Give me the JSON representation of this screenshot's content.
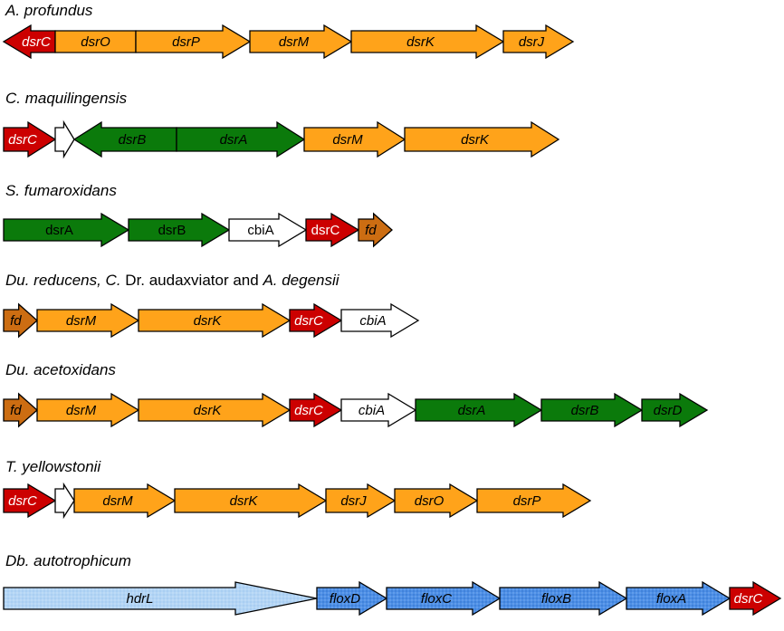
{
  "colors": {
    "red": "#cc0000",
    "orange": "#ffa31a",
    "green": "#0b7a0b",
    "white": "#ffffff",
    "brown": "#cc6d12",
    "blue": "#4d8fe6",
    "lightblue": "#b3d5f5"
  },
  "operons": [
    {
      "title": [
        {
          "text": "A. profundus",
          "italic": true
        }
      ],
      "genes": [
        {
          "label": "dsrC",
          "italic": true,
          "color": "red",
          "dir": "left",
          "label_color": "#ffffff"
        },
        {
          "label": "dsrO",
          "italic": true,
          "color": "orange",
          "dir": "none"
        },
        {
          "label": "dsrP",
          "italic": true,
          "color": "orange",
          "dir": "right"
        },
        {
          "label": "dsrM",
          "italic": true,
          "color": "orange",
          "dir": "right"
        },
        {
          "label": "dsrK",
          "italic": true,
          "color": "orange",
          "dir": "right"
        },
        {
          "label": "dsrJ",
          "italic": true,
          "color": "orange",
          "dir": "right"
        }
      ]
    },
    {
      "title": [
        {
          "text": "C. maquilingensis",
          "italic": true
        }
      ],
      "genes": [
        {
          "label": "dsrC",
          "italic": true,
          "color": "red",
          "dir": "right",
          "label_color": "#ffffff"
        },
        {
          "label": "",
          "italic": false,
          "color": "white",
          "dir": "right"
        },
        {
          "label": "dsrB",
          "italic": true,
          "color": "green",
          "dir": "left"
        },
        {
          "label": "dsrA",
          "italic": true,
          "color": "green",
          "dir": "right"
        },
        {
          "label": "dsrM",
          "italic": true,
          "color": "orange",
          "dir": "right"
        },
        {
          "label": "dsrK",
          "italic": true,
          "color": "orange",
          "dir": "right"
        }
      ]
    },
    {
      "title": [
        {
          "text": "S. fumaroxidans",
          "italic": true
        }
      ],
      "genes": [
        {
          "label": "dsrA",
          "italic": false,
          "color": "green",
          "dir": "right"
        },
        {
          "label": "dsrB",
          "italic": false,
          "color": "green",
          "dir": "right"
        },
        {
          "label": "cbiA",
          "italic": false,
          "color": "white",
          "dir": "right"
        },
        {
          "label": "dsrC",
          "italic": false,
          "color": "red",
          "dir": "right",
          "label_color": "#ffffff"
        },
        {
          "label": "fd",
          "italic": true,
          "color": "brown",
          "dir": "right"
        }
      ]
    },
    {
      "title": [
        {
          "text": "Du. reducens, C.",
          "italic": true
        },
        {
          "text": " Dr. audaxviator and ",
          "italic": false
        },
        {
          "text": "A. degensii",
          "italic": true
        }
      ],
      "genes": [
        {
          "label": "fd",
          "italic": true,
          "color": "brown",
          "dir": "right"
        },
        {
          "label": "dsrM",
          "italic": true,
          "color": "orange",
          "dir": "right"
        },
        {
          "label": "dsrK",
          "italic": true,
          "color": "orange",
          "dir": "right"
        },
        {
          "label": "dsrC",
          "italic": true,
          "color": "red",
          "dir": "right",
          "label_color": "#ffffff"
        },
        {
          "label": "cbiA",
          "italic": true,
          "color": "white",
          "dir": "right"
        }
      ]
    },
    {
      "title": [
        {
          "text": "Du. acetoxidans",
          "italic": true
        }
      ],
      "genes": [
        {
          "label": "fd",
          "italic": true,
          "color": "brown",
          "dir": "right"
        },
        {
          "label": "dsrM",
          "italic": true,
          "color": "orange",
          "dir": "right"
        },
        {
          "label": "dsrK",
          "italic": true,
          "color": "orange",
          "dir": "right"
        },
        {
          "label": "dsrC",
          "italic": true,
          "color": "red",
          "dir": "right",
          "label_color": "#ffffff"
        },
        {
          "label": "cbiA",
          "italic": true,
          "color": "white",
          "dir": "right"
        },
        {
          "label": "dsrA",
          "italic": true,
          "color": "green",
          "dir": "right"
        },
        {
          "label": "dsrB",
          "italic": true,
          "color": "green",
          "dir": "right"
        },
        {
          "label": "dsrD",
          "italic": true,
          "color": "green",
          "dir": "right"
        }
      ]
    },
    {
      "title": [
        {
          "text": "T. yellowstonii",
          "italic": true
        }
      ],
      "genes": [
        {
          "label": "dsrC",
          "italic": true,
          "color": "red",
          "dir": "right",
          "label_color": "#ffffff"
        },
        {
          "label": "",
          "italic": false,
          "color": "white",
          "dir": "right"
        },
        {
          "label": "dsrM",
          "italic": true,
          "color": "orange",
          "dir": "right"
        },
        {
          "label": "dsrK",
          "italic": true,
          "color": "orange",
          "dir": "right"
        },
        {
          "label": "dsrJ",
          "italic": true,
          "color": "orange",
          "dir": "right"
        },
        {
          "label": "dsrO",
          "italic": true,
          "color": "orange",
          "dir": "right"
        },
        {
          "label": "dsrP",
          "italic": true,
          "color": "orange",
          "dir": "right"
        }
      ]
    },
    {
      "title": [
        {
          "text": "Db. autotrophicum",
          "italic": true
        }
      ],
      "genes": [
        {
          "label": "hdrL",
          "italic": true,
          "color": "lightblue",
          "dir": "right"
        },
        {
          "label": "floxD",
          "italic": true,
          "color": "blue",
          "dir": "right"
        },
        {
          "label": "floxC",
          "italic": true,
          "color": "blue",
          "dir": "right"
        },
        {
          "label": "floxB",
          "italic": true,
          "color": "blue",
          "dir": "right"
        },
        {
          "label": "floxA",
          "italic": true,
          "color": "blue",
          "dir": "right"
        },
        {
          "label": "dsrC",
          "italic": true,
          "color": "red",
          "dir": "right",
          "label_color": "#ffffff"
        }
      ]
    }
  ]
}
